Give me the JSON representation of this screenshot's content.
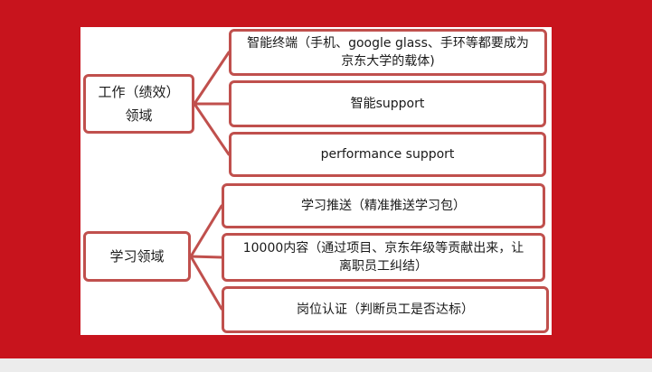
{
  "diagram": {
    "groups": [
      {
        "label_lines": [
          "工作（绩效）",
          "领域"
        ],
        "children": [
          "智能终端（手机、google glass、手环等都要成为\n京东大学的载体)",
          "智能support",
          "performance  support"
        ]
      },
      {
        "label_lines": [
          "学习领域"
        ],
        "children": [
          "学习推送（精准推送学习包）",
          "10000内容（通过项目、京东年级等贡献出来，让\n离职员工纠结）",
          "岗位认证（判断员工是否达标）"
        ]
      }
    ]
  },
  "colors": {
    "slide_background": "#c8141d",
    "box_border": "#c0504d",
    "connector": "#c0504d"
  }
}
